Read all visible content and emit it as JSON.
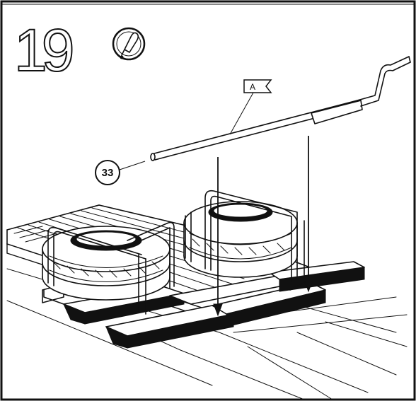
{
  "step": {
    "number": "19"
  },
  "tool_icon": {
    "name": "grease-tube-icon"
  },
  "callouts": {
    "part_number": "33",
    "part_letter": "A"
  },
  "colors": {
    "ink": "#111111",
    "paper": "#ffffff"
  }
}
